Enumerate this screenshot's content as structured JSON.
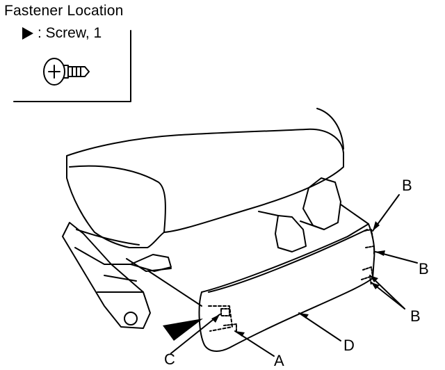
{
  "legend": {
    "title": "Fastener Location",
    "screw_symbol_label": ": Screw, 1"
  },
  "callouts": {
    "a": "A",
    "b_top": "B",
    "b_mid": "B",
    "b_bottom": "B",
    "c": "C",
    "d": "D"
  },
  "icons": {
    "screw": "screw-icon",
    "fastener_marker": "triangle-pointer-icon"
  }
}
